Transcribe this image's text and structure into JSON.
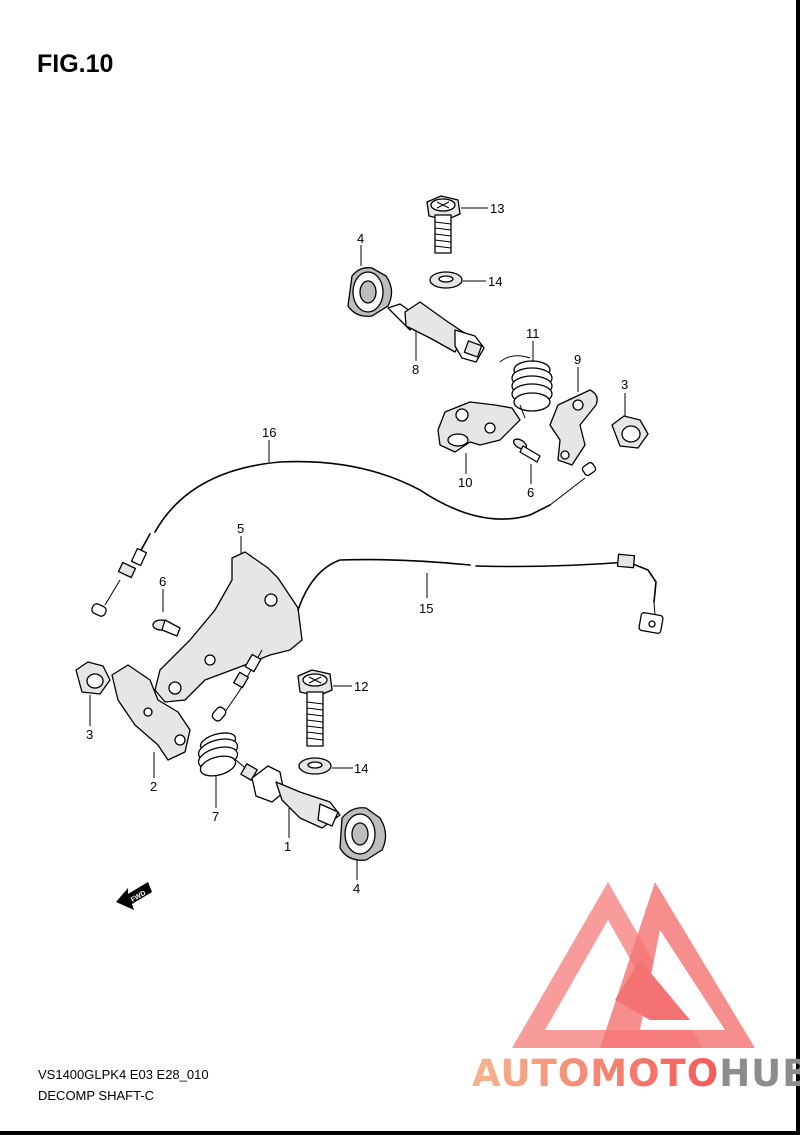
{
  "figure": {
    "title": "FIG.10"
  },
  "footer": {
    "model_code": "VS1400GLPK4 E03 E28_010",
    "section_name": "DECOMP SHAFT-C"
  },
  "callouts": {
    "c13": "13",
    "c14a": "14",
    "c4a": "4",
    "c8": "8",
    "c11": "11",
    "c9": "9",
    "c3a": "3",
    "c10": "10",
    "c6a": "6",
    "c16": "16",
    "c5": "5",
    "c6b": "6",
    "c15": "15",
    "c12": "12",
    "c3b": "3",
    "c2": "2",
    "c7": "7",
    "c1": "1",
    "c14b": "14",
    "c4b": "4"
  },
  "fwd_marker": {
    "label": "FWD"
  },
  "watermark": {
    "part1": "AUTOMOTO",
    "part2": "HUB"
  },
  "colors": {
    "watermark_red": "#f45a5a",
    "watermark_orange": "#f6b58e",
    "watermark_grey": "#8c8c8c"
  }
}
